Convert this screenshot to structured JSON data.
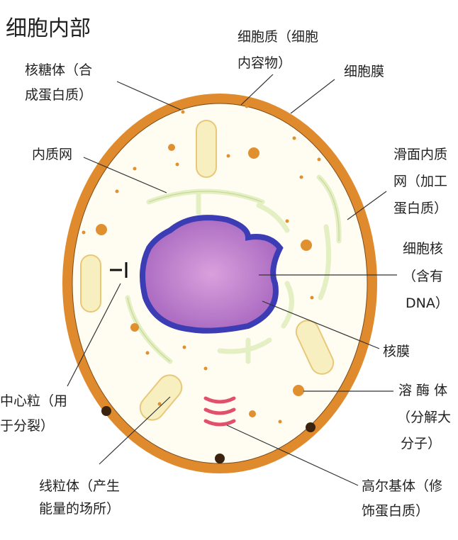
{
  "title": "细胞内部",
  "labels": {
    "ribosome": [
      "核糖体（合",
      "成蛋白质）"
    ],
    "cytoplasm": [
      "细胞质（细胞",
      "内容物）"
    ],
    "membrane": [
      "细胞膜"
    ],
    "er": [
      "内质网"
    ],
    "smooth_er": [
      "滑面内质",
      "网（加工",
      "蛋白质）"
    ],
    "nucleus": [
      "细胞核",
      "（含有",
      "DNA）"
    ],
    "nuclear_envelope": [
      "核膜"
    ],
    "centriole": [
      "中心粒（用",
      "于分裂）"
    ],
    "lysosome": [
      "溶 酶 体",
      "（分解大",
      "分子）"
    ],
    "mitochondria": [
      "线粒体（产生",
      "能量的场所）"
    ],
    "golgi": [
      "高尔基体（修",
      "饰蛋白质）"
    ]
  },
  "colors": {
    "membrane": "#e08a2e",
    "cytoplasm": "#fffdf2",
    "nucleus": "#b478c8",
    "nuclear_envelope": "#3c3cb4",
    "mitochondria": "#f7efc0",
    "er": "#e4efc4",
    "golgi": "#e0506a",
    "dots": "#e0902e"
  }
}
